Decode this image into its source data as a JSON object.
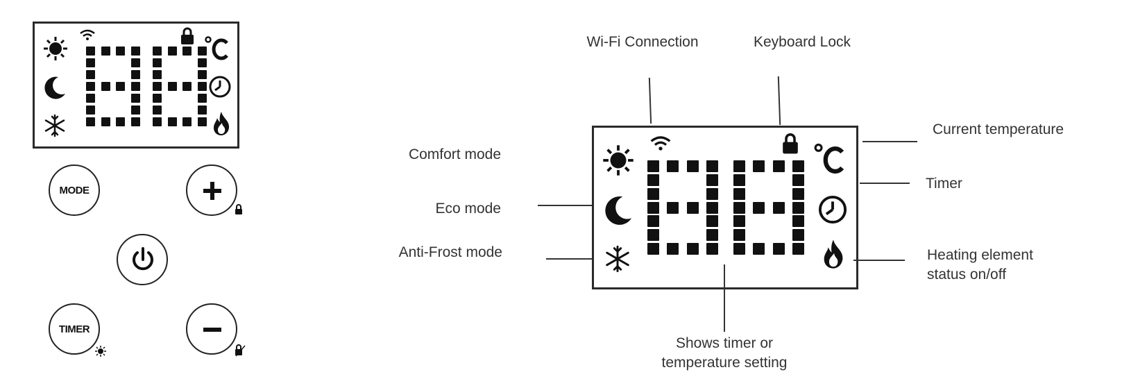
{
  "control_panel": {
    "buttons": {
      "mode_label": "MODE",
      "timer_label": "TIMER",
      "plus_icon": "plus-icon",
      "minus_icon": "minus-icon",
      "power_icon": "power-icon"
    },
    "display_icons": [
      "sun-icon",
      "wifi-icon",
      "lock-icon",
      "celsius-icon",
      "moon-icon",
      "clock-icon",
      "snowflake-icon",
      "flame-icon"
    ]
  },
  "callouts": {
    "wifi": "Wi-Fi Connection",
    "keyboard_lock": "Keyboard Lock",
    "current_temperature": "Current temperature",
    "timer": "Timer",
    "comfort": "Comfort mode",
    "eco": "Eco mode",
    "anti_frost": "Anti-Frost mode",
    "heating_line1": "Heating element",
    "heating_line2": "status on/off",
    "setting_line1": "Shows timer or",
    "setting_line2": "temperature setting"
  },
  "colors": {
    "ink": "#111111",
    "line": "#333333",
    "text": "#333333"
  }
}
